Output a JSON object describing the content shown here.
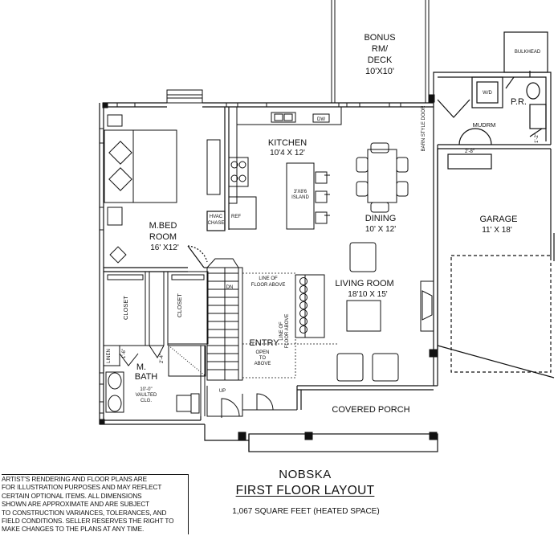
{
  "plan": {
    "name": "NOBSKA",
    "layout_title": "FIRST FLOOR LAYOUT",
    "square_feet": "1,067 SQUARE FEET (HEATED SPACE)"
  },
  "rooms": {
    "bonus": {
      "line1": "BONUS",
      "line2": "RM/",
      "line3": "DECK",
      "dim": "10'X10'"
    },
    "kitchen": {
      "name": "KITCHEN",
      "dim": "10'4 X 12'"
    },
    "island": {
      "line1": "3'X8'6",
      "line2": "ISLAND"
    },
    "dining": {
      "name": "DINING",
      "dim": "10' X 12'"
    },
    "mbed": {
      "line1": "M.BED",
      "line2": "ROOM",
      "dim": "16' X12'"
    },
    "living": {
      "name": "LIVING ROOM",
      "dim": "18'10 X 15'"
    },
    "entry": {
      "name": "ENTRY",
      "line1": "OPEN",
      "line2": "TO",
      "line3": "ABOVE"
    },
    "garage": {
      "name": "GARAGE",
      "dim": "11' X 18'"
    },
    "mudrm": {
      "name": "MUDRM"
    },
    "pr": {
      "name": "P.R."
    },
    "mbath": {
      "line1": "M.",
      "line2": "BATH",
      "note1": "10'-0\"",
      "note2": "VAULTED",
      "note3": "CLG."
    },
    "closet_left": {
      "name": "CLOSET"
    },
    "closet_right": {
      "name": "CLOSET"
    },
    "porch": {
      "name": "COVERED PORCH"
    }
  },
  "annotations": {
    "hvac1": "HVAC",
    "hvac2": "CHASE",
    "ref": "REF",
    "dw": "DW",
    "wd": "W/D",
    "bulkhead": "BULKHEAD",
    "barn_door": "BARN STYLE DOOR",
    "dn": "DN",
    "up": "UP",
    "line_floor_above_a1": "LINE OF",
    "line_floor_above_a2": "FLOOR ABOVE",
    "line_floor_above_b1": "LINE OF",
    "line_floor_above_b2": "FLOOR ABOVE",
    "linen": "LINEN",
    "dim_2_8": "2'-8\"",
    "dim_2_4": "2'-4\"",
    "dim_1_6": "1'-6\"",
    "dim_1_2": "1'-2\""
  },
  "disclaimer": [
    "ARTIST'S RENDERING AND FLOOR PLANS ARE",
    "FOR ILLUSTRATION PURPOSES AND MAY REFLECT",
    "CERTAIN OPTIONAL ITEMS. ALL DIMENSIONS",
    "SHOWN ARE APPROXIMATE AND ARE SUBJECT",
    "TO CONSTRUCTION VARIANCES, TOLERANCES, AND",
    "FIELD CONDITIONS. SELLER RESERVES THE RIGHT TO",
    "MAKE CHANGES TO THE PLANS AT ANY TIME."
  ]
}
